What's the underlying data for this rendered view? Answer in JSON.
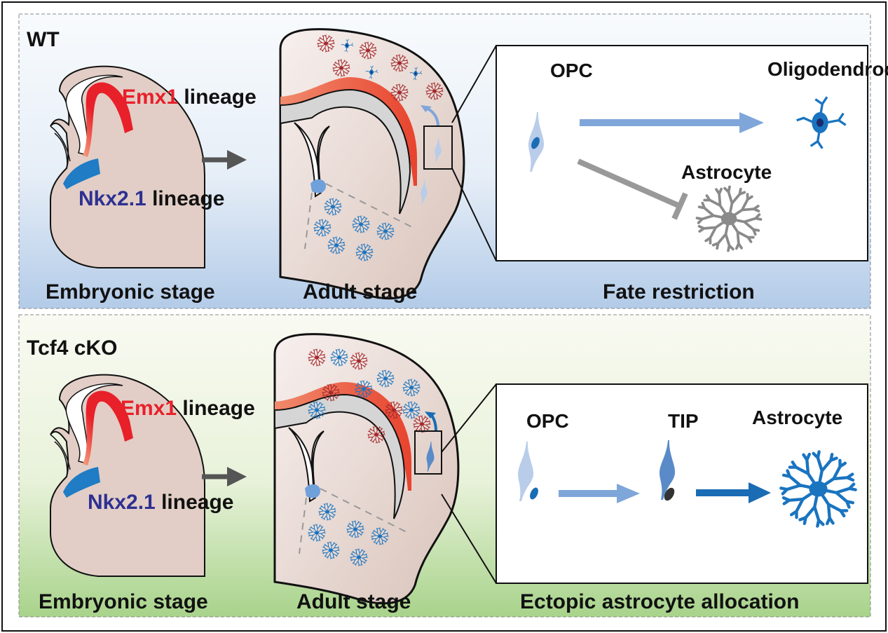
{
  "colors": {
    "emx1": "#e8202a",
    "nkx21": "#2e3192",
    "wt_panel_bottom": "#b3cbe8",
    "cko_panel_bottom": "#a8d38b",
    "tissue": "#e2cec6",
    "opc": "#b9cdea",
    "tip": "#5b8ac8",
    "astrocyte_blue": "#1a74c0",
    "astrocyte_gray": "#8a8a8a",
    "astrocyte_red": "#a3282c",
    "arrow_gray": "#555555",
    "white_matter": "#e8643f"
  },
  "panels": [
    {
      "condition": "WT",
      "emx1": "Emx1",
      "emx1_suffix": " lineage",
      "nkx21": "Nkx2.1",
      "nkx21_suffix": " lineage",
      "stage_embryonic": "Embryonic stage",
      "stage_adult": "Adult stage",
      "outcome": "Fate restriction",
      "inset": {
        "opc": "OPC",
        "oligodendrocyte": "Oligodendrocyte",
        "astrocyte": "Astrocyte"
      }
    },
    {
      "condition": "Tcf4 cKO",
      "emx1": "Emx1",
      "emx1_suffix": " lineage",
      "nkx21": "Nkx2.1",
      "nkx21_suffix": " lineage",
      "stage_embryonic": "Embryonic stage",
      "stage_adult": "Adult stage",
      "outcome": "Ectopic astrocyte allocation",
      "inset": {
        "opc": "OPC",
        "tip": "TIP",
        "astrocyte": "Astrocyte"
      }
    }
  ]
}
